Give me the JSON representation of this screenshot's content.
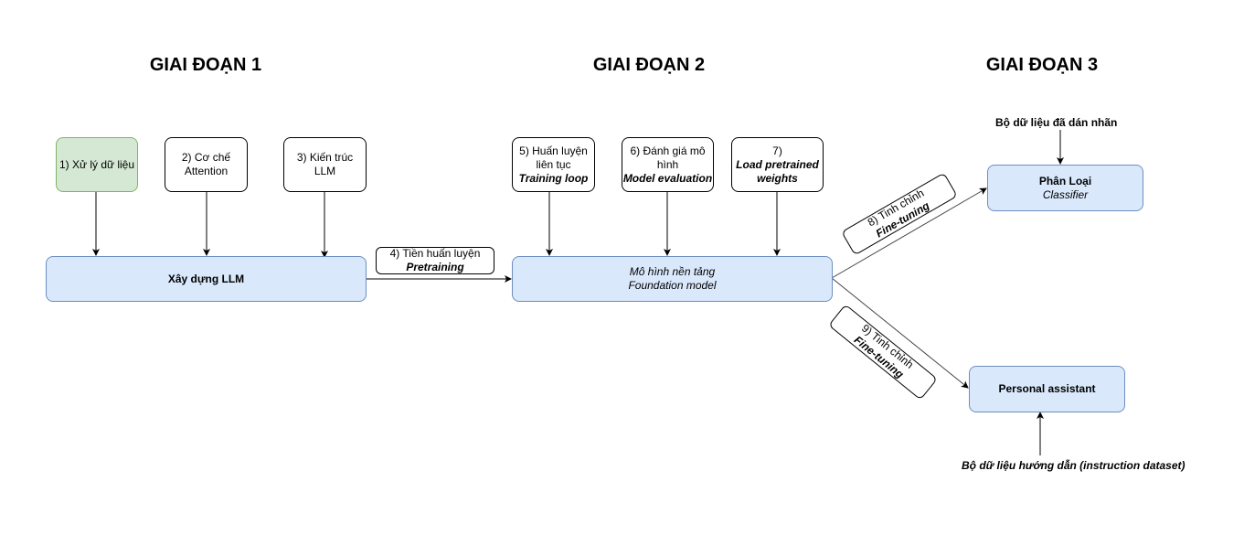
{
  "stages": [
    {
      "title": "GIAI ĐOẠN 1"
    },
    {
      "title": "GIAI ĐOẠN 2"
    },
    {
      "title": "GIAI ĐOẠN 3"
    }
  ],
  "stage1": {
    "inputs": [
      {
        "line1": "1) Xử lý dữ liệu"
      },
      {
        "line1": "2) Cơ chế",
        "line2": "Attention"
      },
      {
        "line1": "3) Kiến trúc",
        "line2": "LLM"
      }
    ],
    "main": "Xây dựng LLM"
  },
  "edge_pretraining": {
    "line1": "4) Tiền huấn luyện",
    "line2": "Pretraining"
  },
  "stage2": {
    "inputs": [
      {
        "line1": "5) Huấn luyện",
        "line2": "liên tục",
        "line3": "Training loop"
      },
      {
        "line1": "6) Đánh giá mô",
        "line2": "hình",
        "line3": "Model evaluation"
      },
      {
        "line1": "7)",
        "line2": "Load pretrained",
        "line3": "weights"
      }
    ],
    "main": {
      "line1": "Mô hình nền tảng",
      "line2": "Foundation model"
    }
  },
  "stage3": {
    "finetune_1": {
      "line1": "8) Tinh chỉnh",
      "line2": "Fine-tuning"
    },
    "finetune_2": {
      "line1": "9) Tinh chỉnh",
      "line2": "Fine-tuning"
    },
    "classifier": {
      "line1": "Phân Loại",
      "line2": "Classifier"
    },
    "assistant": "Personal assistant",
    "labeled_dataset": "Bộ dữ liệu đã dán nhãn",
    "instruction_dataset": "Bộ dữ liệu hướng dẫn (instruction dataset)"
  },
  "colors": {
    "green_fill": "#d5e8d4",
    "green_border": "#82b366",
    "blue_fill": "#dae8fc",
    "blue_border": "#6c8ebf"
  }
}
